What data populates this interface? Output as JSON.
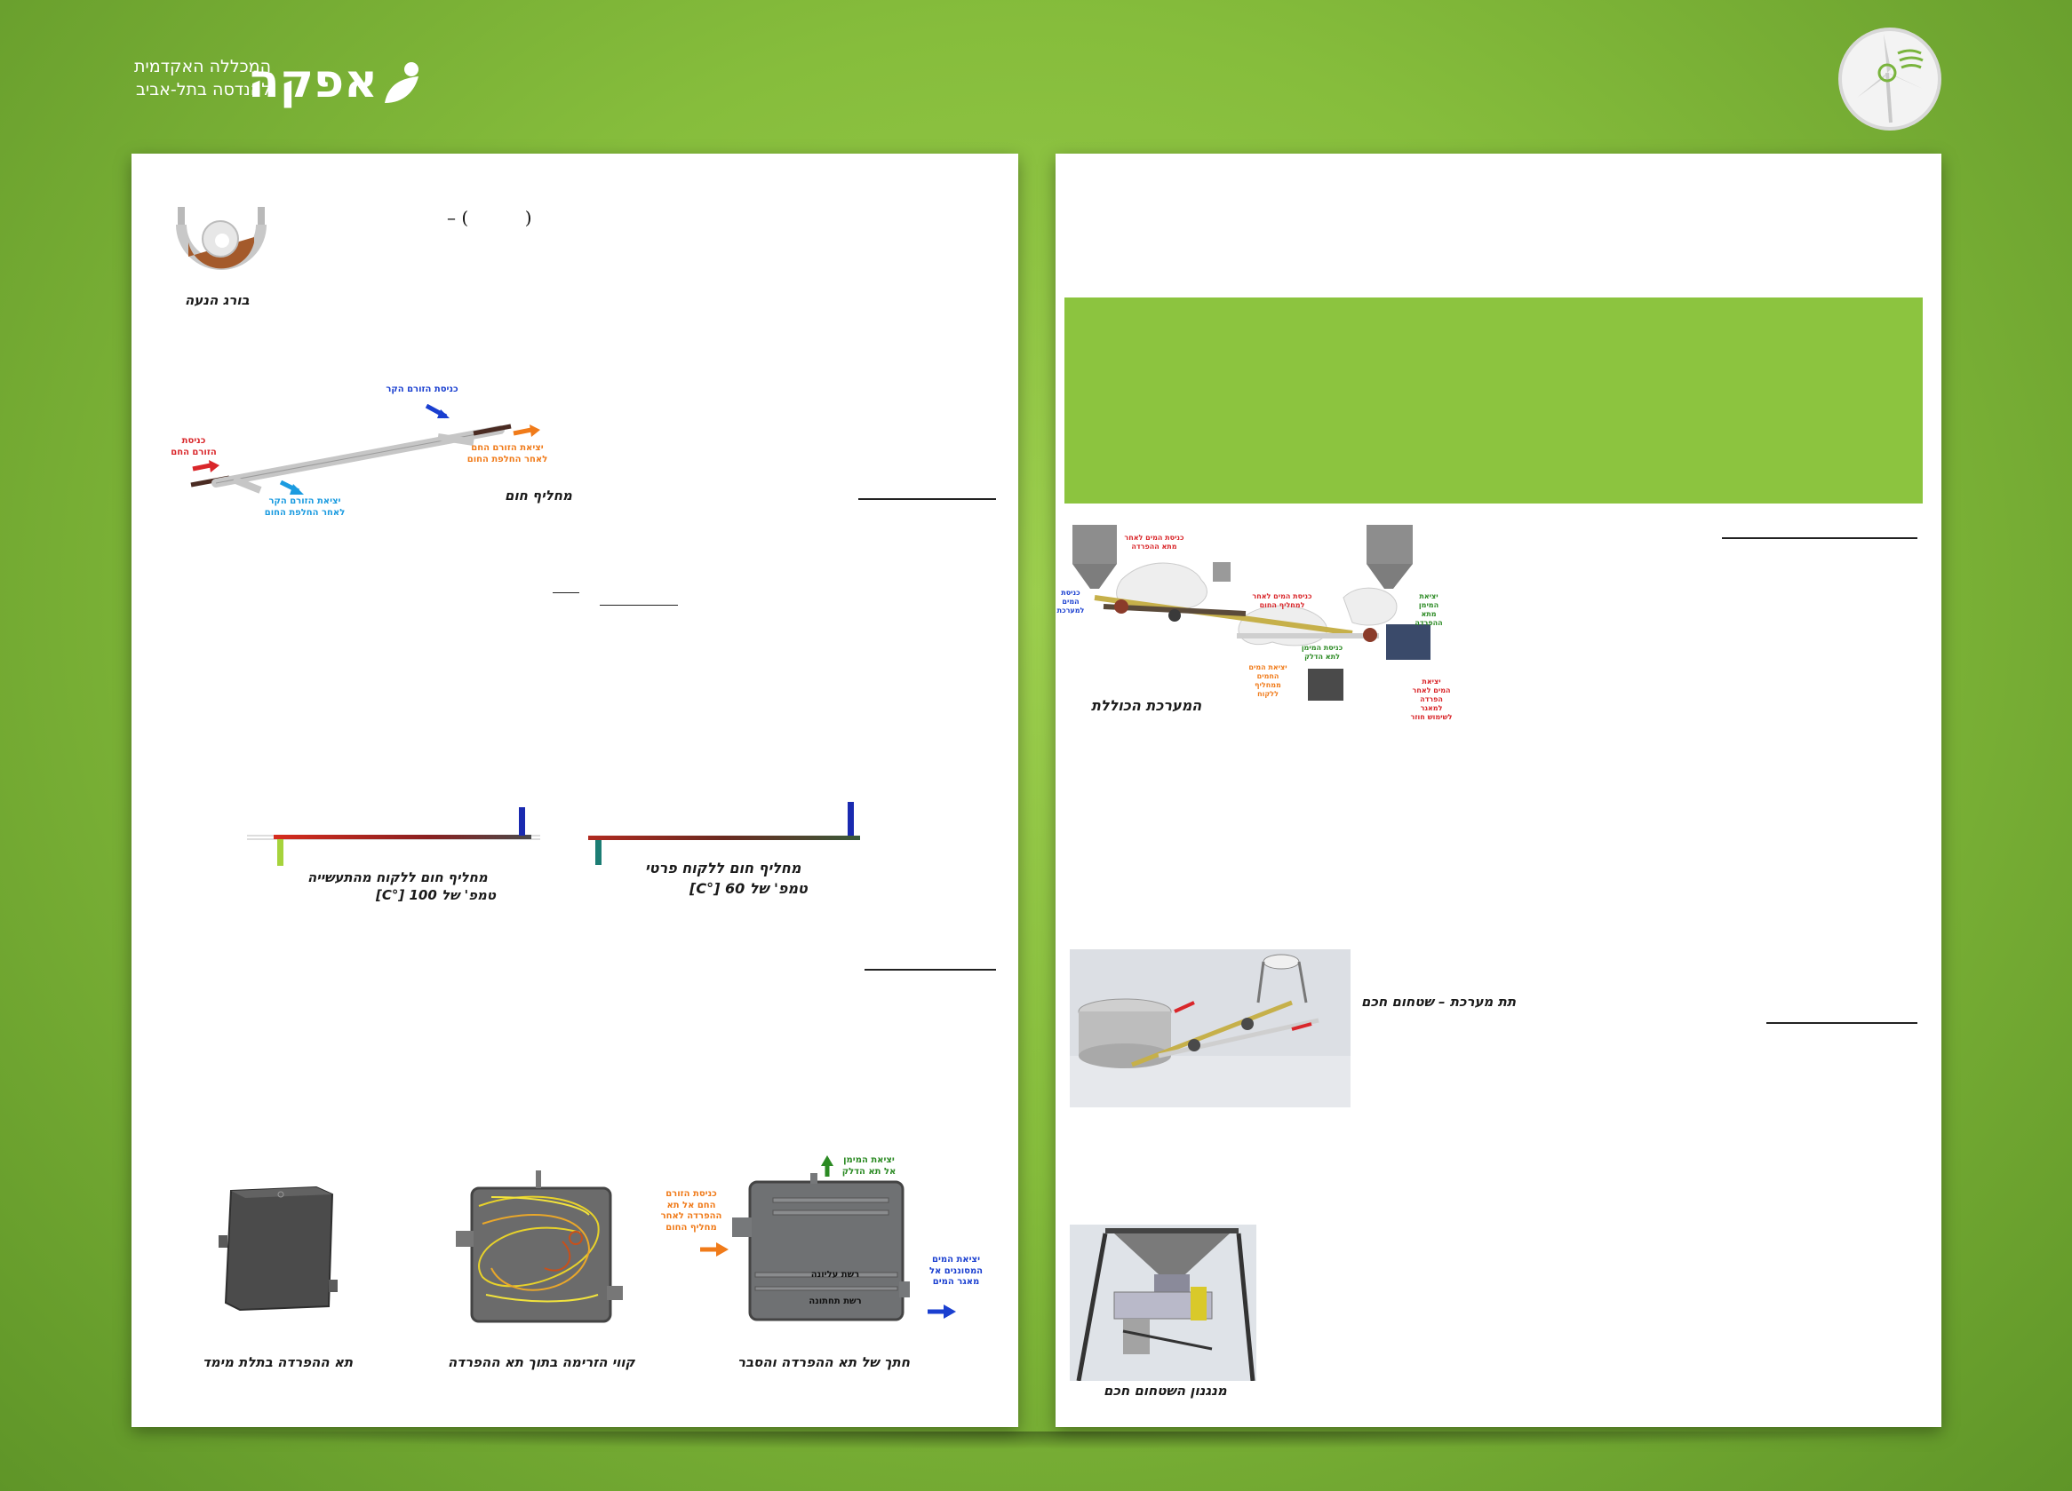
{
  "header": {
    "logo_name": "אפקה",
    "logo_line1": "המכללה האקדמית",
    "logo_line2": "להנדסה בתל-אביב"
  },
  "left_panel": {
    "paren_text": "– (          )",
    "screw_caption": "בורג הנעה",
    "hx_caption": "מחליף חום",
    "hx_labels": {
      "cold_in": "כניסת הזורם הקר",
      "hot_in": "כניסת\nהזורם החם",
      "cold_out": "יציאת הזורם הקר\nלאחר החלפת החום",
      "hot_out": "יציאת הזורם החם\nלאחר החלפת החום"
    },
    "hx100_caption_line1": "מחליף חום ללקוח מהתעשייה",
    "hx100_caption_line2": "טמפ' של 100 [°C]",
    "hx60_caption_line1": "מחליף חום ללקוח פרטי",
    "hx60_caption_line2": "טמפ' של 60 [°C]",
    "sep3d_caption": "תא ההפרדה בתלת מימד",
    "flow_caption": "קווי הזרימה בתוך תא ההפרדה",
    "section_caption": "חתך של תא ההפרדה והסבר",
    "section_labels": {
      "diesel_out": "יציאת המימן\nאל תא הדלק",
      "hot_in": "כניסת הזורם\nהחם אל תא\nההפרדה לאחר\nמחליף החום",
      "water_out": "יציאת המים\nהמסוננים אל\nמאגר המים",
      "upper_mesh": "רשת עליונה",
      "lower_mesh": "רשת תחתונה"
    }
  },
  "right_panel": {
    "system_caption": "המערכת הכוללת",
    "rinse_caption": "תת מערכת – שטחום חכם",
    "mechanism_caption": "מנגנון השטחום חכם",
    "system_labels": {
      "a": "כניסת המים לאחר\nמתא ההפרדה",
      "b": "כניסת\nהמים\nלמערכת",
      "c": "כניסת המים לאחר\nלמחליף החום",
      "d": "יציאת\nהמימן\nמתא ההפרדה",
      "e": "יציאת המים\nהחמים ממחליף\nללקוח",
      "f": "כניסת המימן\nלתא הדלק",
      "g": "יציאת\nהמים לאחר\nהפרדה למאגר\nלשימוש חוזר"
    }
  },
  "colors": {
    "background": "#86bd3c",
    "green_box": "#8cc43f",
    "panel": "#ffffff"
  }
}
